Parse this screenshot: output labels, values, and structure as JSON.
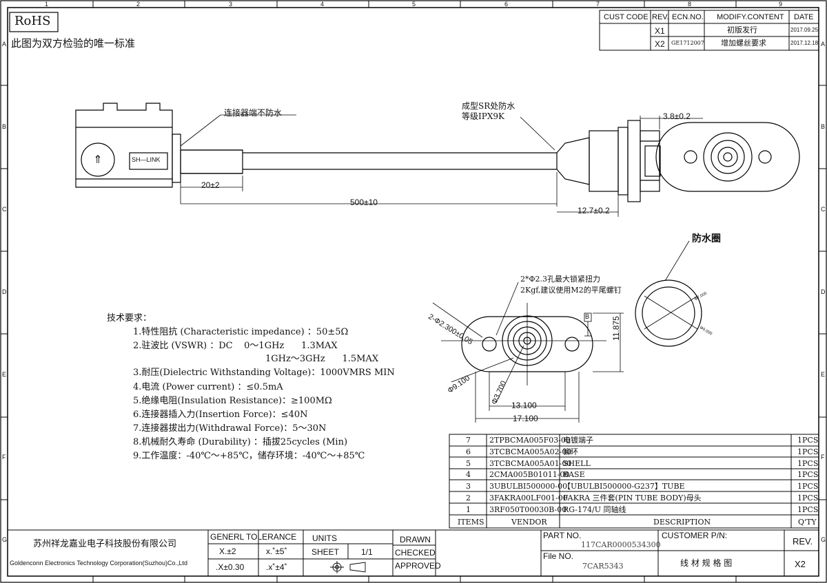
{
  "rohs": "RoHS",
  "note": "此图为双方检验的唯一标准",
  "grid_cols": [
    "1",
    "2",
    "3",
    "4",
    "5",
    "6",
    "7",
    "8",
    "9"
  ],
  "grid_rows": [
    "A",
    "B",
    "C",
    "D",
    "E",
    "F",
    "G"
  ],
  "revision_block": {
    "headers": [
      "CUST CODE",
      "REV.",
      "ECN.NO.",
      "MODIFY.CONTENT",
      "DATE"
    ],
    "rows": [
      {
        "rev": "X1",
        "ecn": "",
        "content": "初版发行",
        "date": "2017.09.25"
      },
      {
        "rev": "X2",
        "ecn": "GE1712007",
        "content": "增加螺丝要求",
        "date": "2017.12.18"
      }
    ]
  },
  "drawing_labels": {
    "connector_not_waterproof": "连接器端不防水",
    "sr_waterproof_1": "成型SR处防水",
    "sr_waterproof_2": "等级IPX9K",
    "dim_38": "3.8±0.2",
    "dim_20": "20±2",
    "dim_500": "500±10",
    "dim_127": "12.7±0.2",
    "sh_link": "SH—LINK",
    "gasket": "防水圈",
    "hole_note_1": "2*Φ2.3孔最大锁紧扭力",
    "hole_note_2": "2Kgf,建议使用M2的平尾螺钉",
    "dim_2x23": "2-Φ2.300±0.05",
    "dim_11875": "11.875",
    "dim_9100": "Φ9.100",
    "dim_3700": "Φ3.700",
    "dim_13100": "13.100",
    "dim_17100": "17.100",
    "datum_b": "B",
    "gasket_d1": "Φ7.000",
    "gasket_d2": "Φ9.000"
  },
  "requirements": {
    "title": "技术要求：",
    "items": [
      "1.特性阻抗 (Characteristic impedance) ：50±5Ω",
      "2.驻波比 (VSWR) ：DC    0～1GHz      1.3MAX",
      "1GHz～3GHz      1.5MAX",
      "3.耐压(Dielectric Withstanding Voltage)：1000VMRS MIN",
      "4.电流 (Power current) ：≤0.5mA",
      "5.绝缘电阻(Insulation Resistance)：≥100MΩ",
      "6.连接器插入力(Insertion Force)：≤40N",
      "7.连接器拔出力(Withdrawal Force)：5～30N",
      "8.机械耐久寿命 (Durability) ：插拔25cycles (Min)",
      "9.工作温度：-40℃～+85℃，储存环境：-40℃～+85℃"
    ]
  },
  "bom": {
    "rows": [
      {
        "item": "7",
        "vendor": "2TPBCMA005F03-00",
        "desc": "电镀端子",
        "qty": "1PCS"
      },
      {
        "item": "6",
        "vendor": "3TCBCMA005A02-00",
        "desc": "铆环",
        "qty": "1PCS"
      },
      {
        "item": "5",
        "vendor": "3TCBCMA005A01-00",
        "desc": "SHELL",
        "qty": "1PCS"
      },
      {
        "item": "4",
        "vendor": "2CMA005B01011-00",
        "desc": "BASE",
        "qty": "1PCS"
      },
      {
        "item": "3",
        "vendor": "3UBULBI500000-00",
        "desc": "【UBULBI500000-G237】TUBE",
        "qty": "1PCS"
      },
      {
        "item": "2",
        "vendor": "3FAKRA00LF001-00",
        "desc": "FAKRA 三件套(PIN TUBE BODY)母头",
        "qty": "1PCS"
      },
      {
        "item": "1",
        "vendor": "3RF050T00030B-00",
        "desc": "RG-174/U 同轴线",
        "qty": "1PCS"
      }
    ],
    "headers": {
      "items": "ITEMS",
      "vendor": "VENDOR",
      "desc": "DESCRIPTION",
      "qty": "Q'TY"
    }
  },
  "title_block": {
    "company_cn": "苏州祥龙嘉业电子科技股份有限公司",
    "company_en": "Goldenconn Electronics Technology Corporation(Suzhou)Co.,Ltd",
    "general_tolerance": "GENERL TOLERANCE",
    "tol_x": "X.±2",
    "tol_ang1": "x.˚±5˚",
    "tol_x0": ".X±0.30",
    "tol_ang2": ".x˚±4˚",
    "units": "UNITS",
    "sheet": "SHEET",
    "sheet_val": "1/1",
    "drawn": "DRAWN",
    "checked": "CHECKED",
    "approved": "APPROVED",
    "part_no_label": "PART NO.",
    "part_no": "117CAR0000534300",
    "customer_pn_label": "CUSTOMER P/N:",
    "rev_label": "REV.",
    "file_no_label": "File NO.",
    "file_no": "7CAR5343",
    "drawing_type": "线 材 规 格 图",
    "rev_val": "X2"
  }
}
